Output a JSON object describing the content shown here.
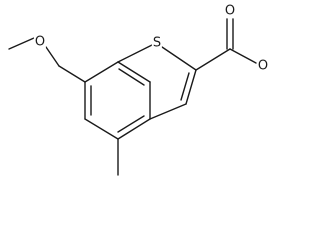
{
  "molecule": {
    "atoms": {
      "sulfur": "S",
      "ether_oxygen": "O",
      "carbonyl_oxygen": "O",
      "ester_oxygen": "O"
    }
  }
}
